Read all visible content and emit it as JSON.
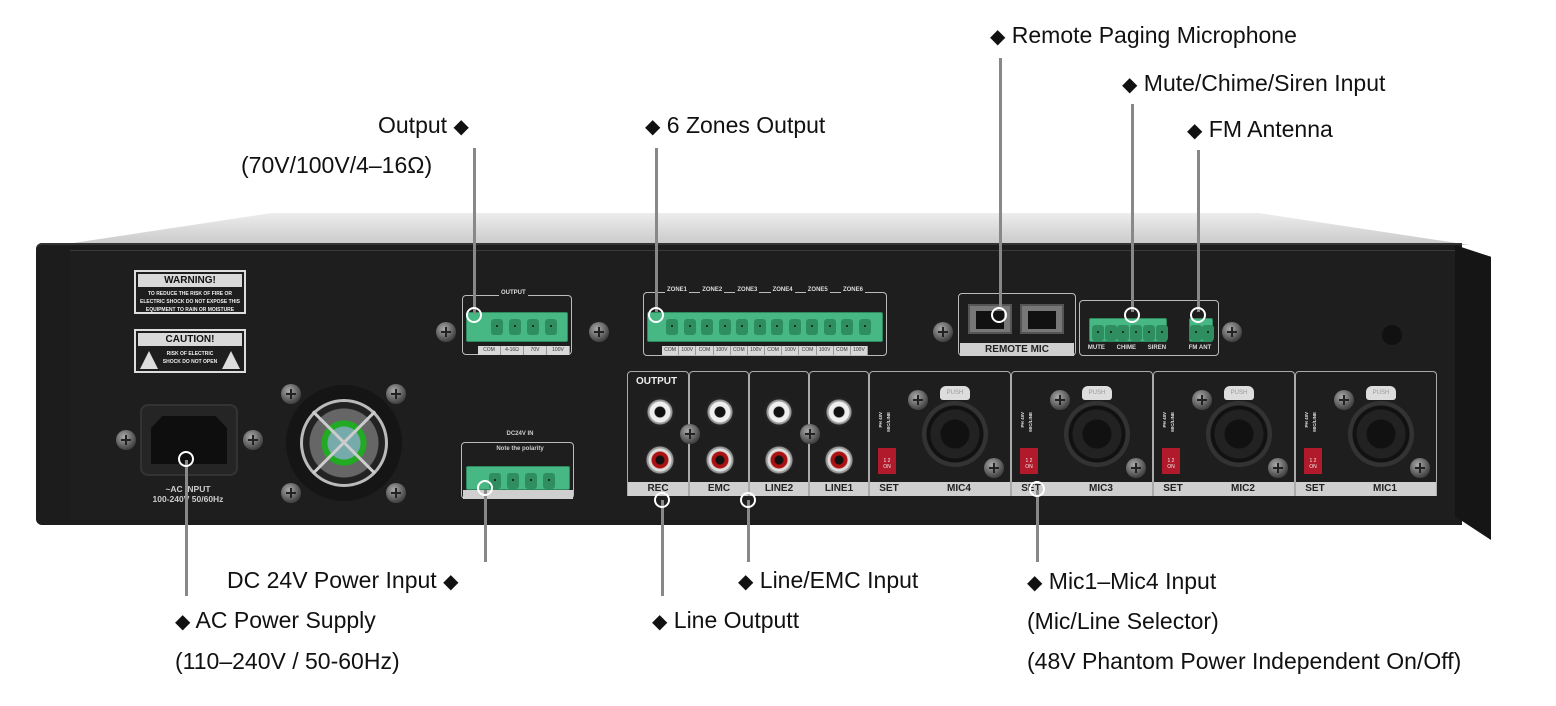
{
  "callouts": {
    "output": {
      "title": "Output",
      "sub": "(70V/100V/4–16Ω)"
    },
    "zones": {
      "title": "6 Zones Output"
    },
    "remote_mic": {
      "title": "Remote Paging Microphone"
    },
    "mute_chime": {
      "title": "Mute/Chime/Siren Input"
    },
    "fm": {
      "title": "FM Antenna"
    },
    "dc24": {
      "title": "DC 24V Power Input"
    },
    "ac": {
      "title": "AC Power Supply",
      "sub": "(110–240V / 50-60Hz)"
    },
    "line_out": {
      "title": "Line Outputt"
    },
    "line_in": {
      "title": "Line/EMC Input"
    },
    "mic": {
      "title": "Mic1–Mic4 Input",
      "sub1": "(Mic/Line Selector)",
      "sub2": "(48V Phantom Power Independent On/Off)"
    },
    "bullet": "◆"
  },
  "panel": {
    "warning": {
      "head": "WARNING!",
      "body": "TO REDUCE THE RISK OF FIRE OR ELECTRIC SHOCK DO NOT EXPOSE THIS EQUIPMENT TO RAIN OR MOISTURE"
    },
    "caution": {
      "head": "CAUTION!",
      "body": "RISK OF ELECTRIC SHOCK DO NOT OPEN"
    },
    "ac_input": {
      "line1": "~AC INPUT",
      "line2": "100-240V 50/60Hz"
    },
    "output_block": {
      "label": "OUTPUT",
      "terminals": [
        "COM",
        "4-16Ω",
        "70V",
        "100V"
      ]
    },
    "zones_block": {
      "zones": [
        "ZONE1",
        "ZONE2",
        "ZONE3",
        "ZONE4",
        "ZONE5",
        "ZONE6"
      ],
      "terminals": [
        "COM",
        "100V"
      ]
    },
    "remote_mic": "REMOTE MIC",
    "mute_block": [
      "MUTE",
      "CHIME",
      "SIREN"
    ],
    "fm_ant": "FM ANT",
    "dc_in": {
      "label": "DC24V IN",
      "note": "Note the polarity"
    },
    "rca_sections": {
      "heading": "OUTPUT",
      "labels": [
        "REC",
        "EMC",
        "LINE2",
        "LINE1"
      ]
    },
    "mic_sections": [
      {
        "set": "SET",
        "name": "MIC4"
      },
      {
        "set": "SET",
        "name": "MIC3"
      },
      {
        "set": "SET",
        "name": "MIC2"
      },
      {
        "set": "SET",
        "name": "MIC1"
      }
    ],
    "dip": {
      "top1": "MIC/LINE",
      "top2": "PH 48V",
      "nums": "1 2",
      "on": "ON"
    },
    "push": "PUSH"
  },
  "colors": {
    "terminal_green": "#47b884",
    "dip_red": "#b11a2a",
    "panel": "#1c1c1c"
  }
}
